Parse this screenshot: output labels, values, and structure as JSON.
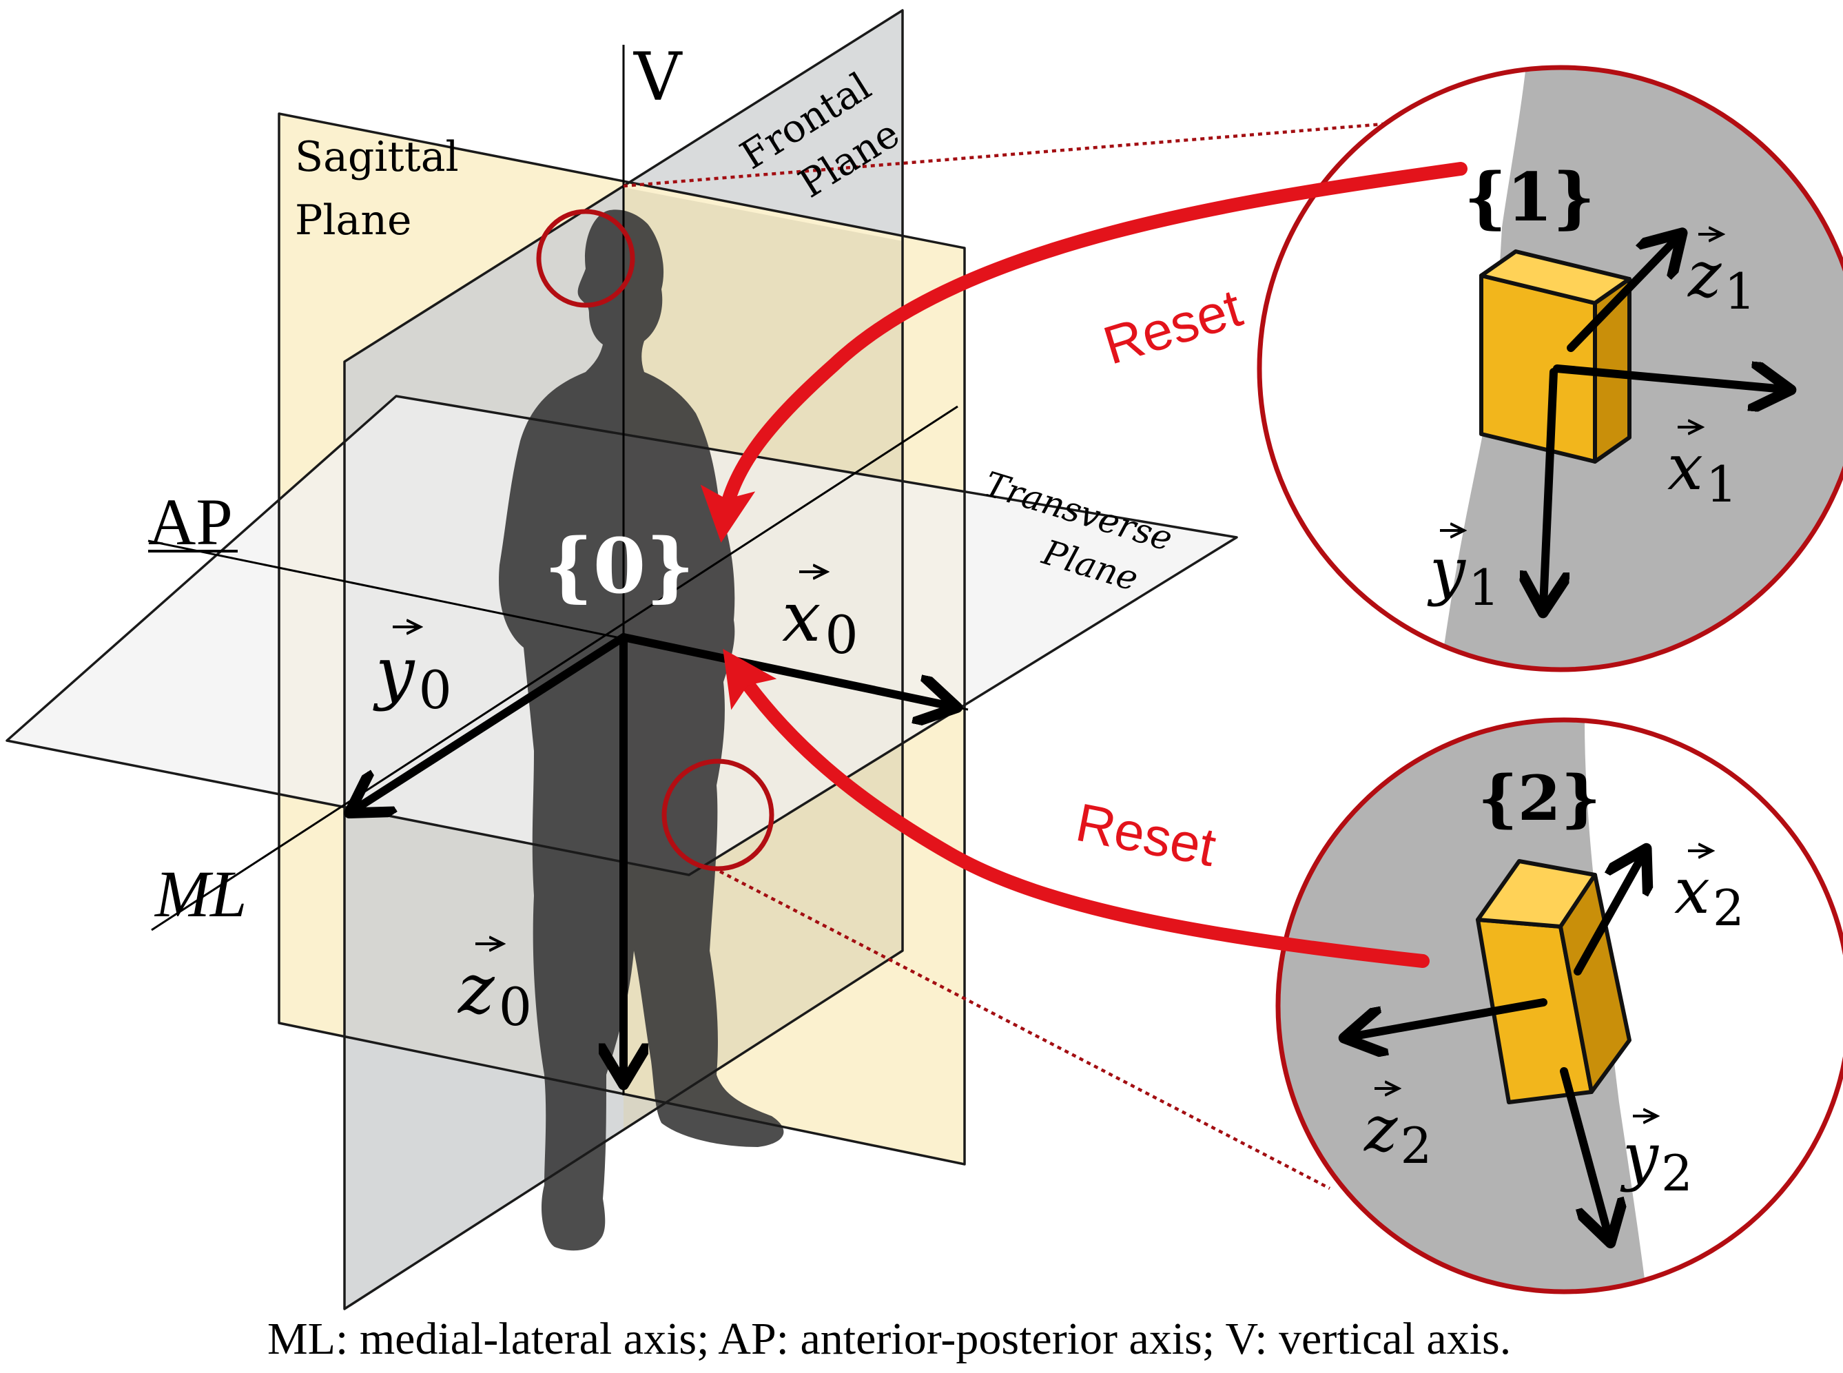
{
  "planes": {
    "sagittal": [
      "Sagittal",
      "Plane"
    ],
    "frontal": [
      "Frontal",
      "Plane"
    ],
    "transverse": [
      "Transverse",
      "Plane"
    ]
  },
  "axes": {
    "vertical": "V",
    "anterior_posterior": "AP",
    "medial_lateral": "ML"
  },
  "frames": {
    "global": {
      "label": "{0}",
      "x": {
        "base": "x",
        "sub": "0"
      },
      "y": {
        "base": "y",
        "sub": "0"
      },
      "z": {
        "base": "z",
        "sub": "0"
      }
    },
    "sensor1": {
      "label": "{1}",
      "x": {
        "base": "x",
        "sub": "1"
      },
      "y": {
        "base": "y",
        "sub": "1"
      },
      "z": {
        "base": "z",
        "sub": "1"
      }
    },
    "sensor2": {
      "label": "{2}",
      "x": {
        "base": "x",
        "sub": "2"
      },
      "y": {
        "base": "y",
        "sub": "2"
      },
      "z": {
        "base": "z",
        "sub": "2"
      }
    }
  },
  "reset_label": "Reset",
  "caption": "ML: medial-lateral axis; AP: anterior-posterior axis; V: vertical axis.",
  "colors": {
    "sagittal_plane": "#fbf1cf",
    "frontal_plane": "#d9dbdc",
    "transverse_plane": "#eeeeee",
    "silhouette": "#3a3a3a",
    "reset_arrow": "#e3131b",
    "callout_ring": "#b30d12",
    "sensor_box": "#f2b61c"
  },
  "icons": [
    "human-silhouette-icon",
    "sensor-box-icon"
  ]
}
